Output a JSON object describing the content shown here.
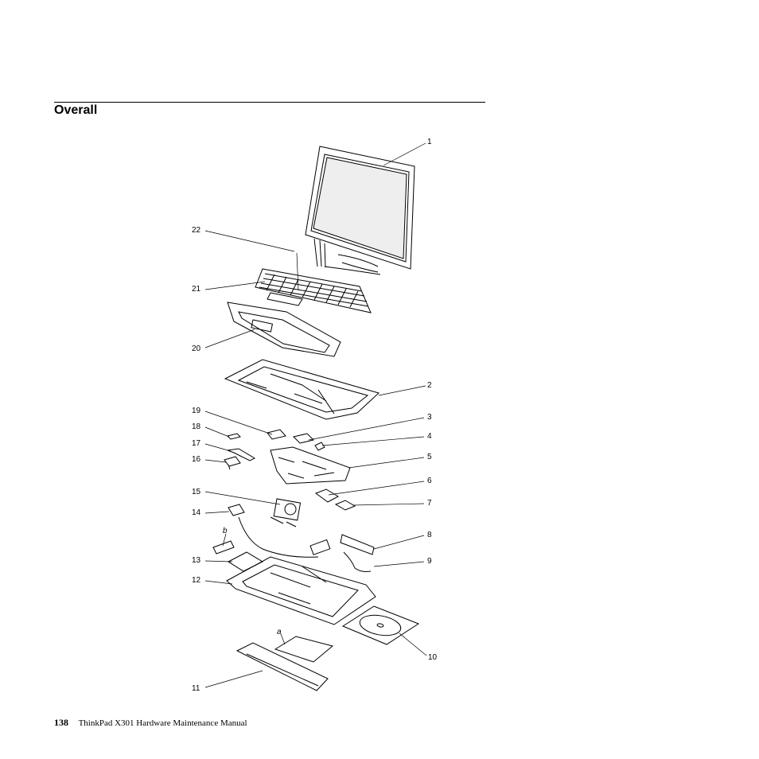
{
  "section": {
    "title": "Overall"
  },
  "callouts": [
    "1",
    "2",
    "3",
    "4",
    "5",
    "6",
    "7",
    "8",
    "9",
    "10",
    "11",
    "12",
    "13",
    "14",
    "15",
    "16",
    "17",
    "18",
    "19",
    "20",
    "21",
    "22"
  ],
  "sub_labels": [
    "a",
    "b"
  ],
  "footer": {
    "page_number": "138",
    "manual_title": "ThinkPad X301 Hardware Maintenance Manual"
  }
}
